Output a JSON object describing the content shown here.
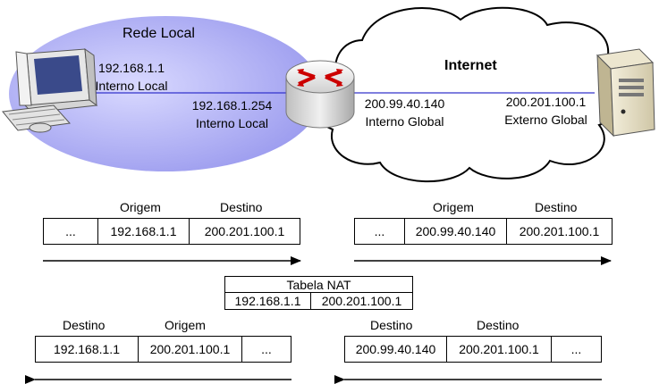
{
  "network": {
    "lan_title": "Rede Local",
    "internet_title": "Internet",
    "host_ip": "192.168.1.1",
    "host_label": "Interno Local",
    "router_lan_ip": "192.168.1.254",
    "router_lan_label": "Interno Local",
    "router_wan_ip": "200.99.40.140",
    "router_wan_label": "Interno Global",
    "server_ip": "200.201.100.1",
    "server_label": "Externo Global"
  },
  "packets": {
    "p1": {
      "headers": [
        "Origem",
        "Destino"
      ],
      "cells": [
        "...",
        "192.168.1.1",
        "200.201.100.1"
      ]
    },
    "p2": {
      "headers": [
        "Origem",
        "Destino"
      ],
      "cells": [
        "...",
        "200.99.40.140",
        "200.201.100.1"
      ]
    },
    "p3": {
      "headers": [
        "Destino",
        "Origem"
      ],
      "cells": [
        "192.168.1.1",
        "200.201.100.1",
        "..."
      ]
    },
    "p4": {
      "headers": [
        "Destino",
        "Destino"
      ],
      "cells": [
        "200.99.40.140",
        "200.201.100.1",
        "..."
      ]
    }
  },
  "nat_table": {
    "title": "Tabela NAT",
    "row": [
      "192.168.1.1",
      "200.201.100.1"
    ]
  }
}
